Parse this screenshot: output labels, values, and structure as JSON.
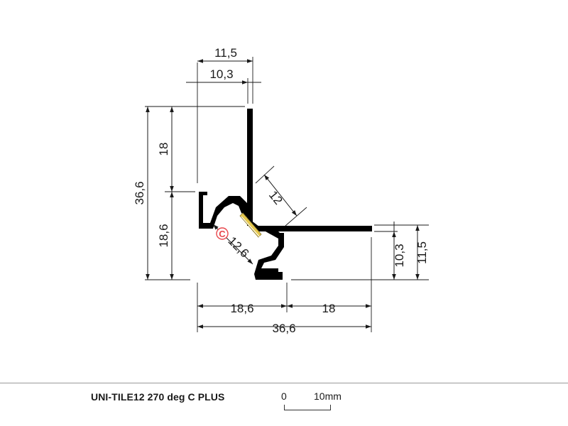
{
  "dimensions": {
    "top_outer": "11,5",
    "top_inner": "10,3",
    "left_total": "36,6",
    "left_upper": "18",
    "left_lower": "18,6",
    "diagonal_led": "12",
    "diagonal_inner": "12,6",
    "right_inner": "10,3",
    "right_outer": "11,5",
    "bottom_left": "18,6",
    "bottom_right": "18",
    "bottom_total": "36,6"
  },
  "marker": {
    "label": "C",
    "color": "#e8474c"
  },
  "colors": {
    "profile": "#000000",
    "led_strip": "#e6c84f",
    "dimension_line": "#1a1a1a"
  },
  "footer": {
    "product_name": "UNI-TILE12 270 deg C PLUS",
    "scale_start": "0",
    "scale_end": "10mm"
  }
}
